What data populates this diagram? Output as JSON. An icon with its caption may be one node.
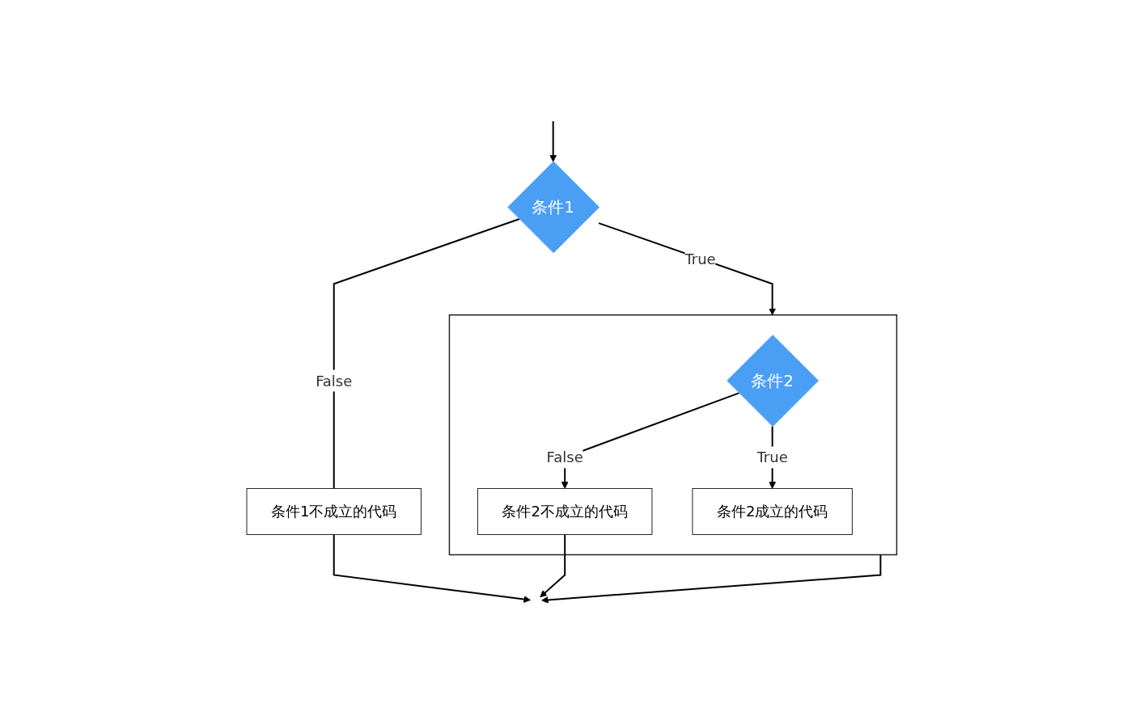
{
  "diagram": {
    "nodes": [
      {
        "text": [
          "条件1"
        ]
      },
      {
        "text": [],
        "shape": "box"
      },
      {
        "text": [
          "条件2"
        ],
        "in": 1
      },
      {
        "text": [
          "条件2不成立的代码"
        ],
        "in": 1
      },
      {
        "text": [
          "条件2成立的代码"
        ],
        "in": 1
      },
      {
        "text": [
          "条件1不成立的代码"
        ]
      }
    ],
    "edges": [
      {
        "from": null,
        "to": 0,
        "arrow": "to"
      },
      {
        "from": 0,
        "to": 1,
        "label": "True",
        "arrow": "to"
      },
      {
        "from": 0,
        "to": 5,
        "label": "False",
        "arrow": "none"
      },
      {
        "from": 2,
        "to": 3,
        "label": "False",
        "arrow": "to"
      },
      {
        "from": 2,
        "to": 4,
        "label": "True",
        "arrow": "to"
      },
      {
        "from": 1,
        "to": null,
        "arrow": "to"
      },
      {
        "from": 3,
        "to": null,
        "arrow": "to"
      },
      {
        "from": 5,
        "to": null,
        "arrow": "to"
      }
    ]
  }
}
